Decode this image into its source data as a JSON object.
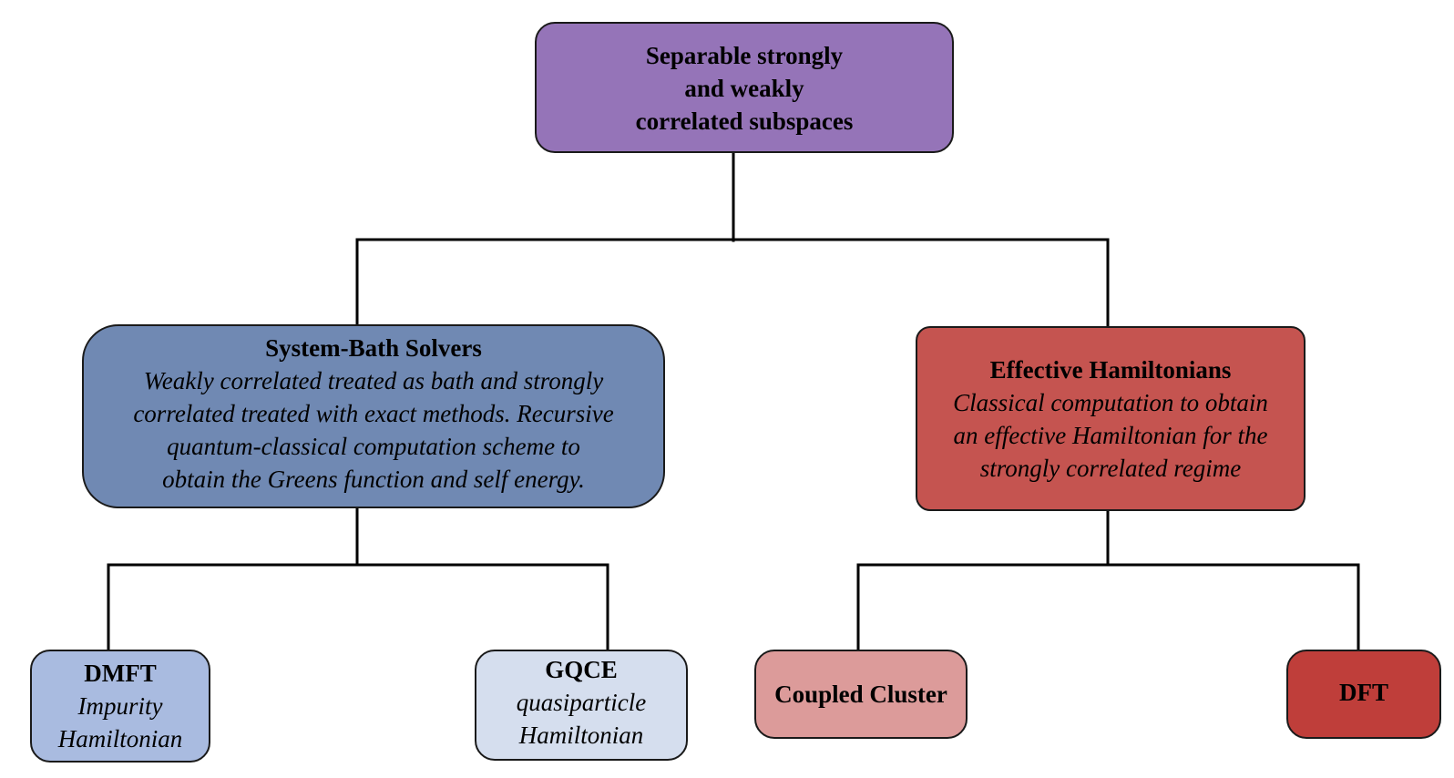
{
  "colors": {
    "root_fill": "#9574b8",
    "system_bath_fill": "#7089b3",
    "effective_ham_fill": "#c55450",
    "dmft_fill": "#a9bbe0",
    "gqce_fill": "#d5deee",
    "coupled_cluster_fill": "#dc9b9a",
    "dft_fill": "#bf3e3a",
    "line": "#000000"
  },
  "root": {
    "lines": [
      "Separable strongly",
      "and weakly",
      "correlated subspaces"
    ]
  },
  "system_bath": {
    "title": "System-Bath Solvers",
    "desc_lines": [
      "Weakly correlated treated as bath and strongly",
      "correlated treated with exact methods. Recursive",
      "quantum-classical computation scheme to",
      "obtain the Greens function and self energy."
    ]
  },
  "effective_ham": {
    "title": "Effective Hamiltonians",
    "desc_lines": [
      "Classical computation to obtain",
      "an effective Hamiltonian for the",
      "strongly correlated regime"
    ]
  },
  "dmft": {
    "title": "DMFT",
    "desc_lines": [
      "Impurity",
      "Hamiltonian"
    ]
  },
  "gqce": {
    "title": "GQCE",
    "desc_lines": [
      "quasiparticle",
      "Hamiltonian"
    ]
  },
  "coupled_cluster": {
    "title": "Coupled Cluster"
  },
  "dft": {
    "title": "DFT"
  }
}
